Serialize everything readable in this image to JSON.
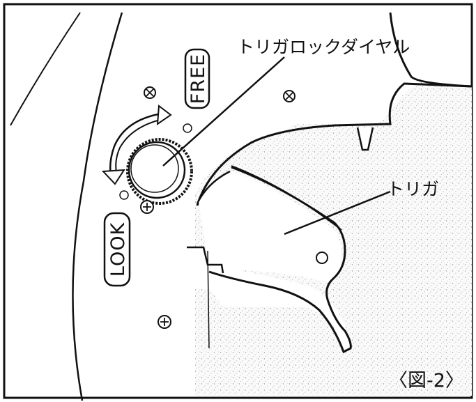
{
  "labels": {
    "dial": "トリガロックダイヤル",
    "trigger": "トリガ",
    "free": "FREE",
    "lock": "LOOK",
    "figure": "〈図-2〉"
  },
  "colors": {
    "ink": "#111111",
    "paper": "#ffffff",
    "stipple": "#cfcfcf"
  },
  "icons": [
    "screw-icon",
    "screw-icon",
    "screw-icon",
    "screw-icon",
    "rotation-arrow-icon"
  ]
}
